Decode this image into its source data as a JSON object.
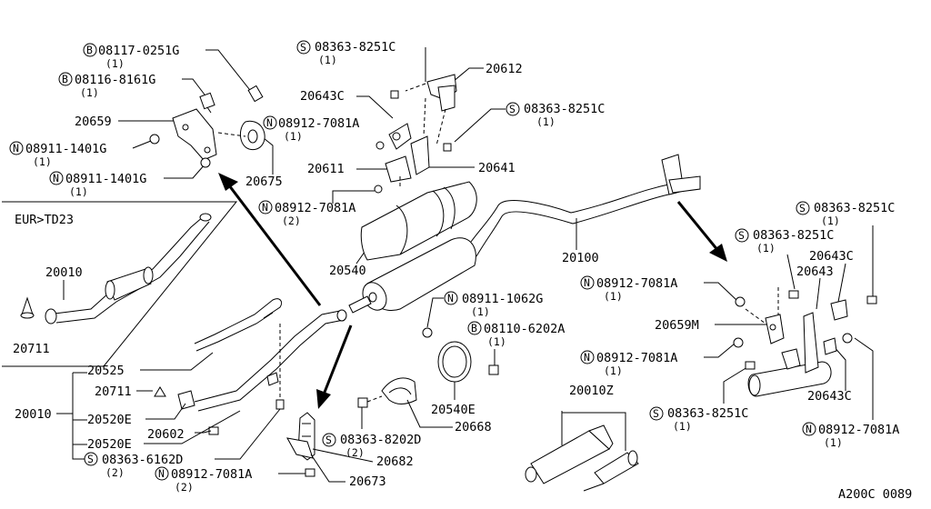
{
  "variant_box": {
    "title": "EUR>TD23",
    "part_20010": "20010",
    "part_20711": "20711"
  },
  "callouts": {
    "b_08117_0251g": {
      "prefix": "B",
      "number": "08117-0251G",
      "qty": "(1)"
    },
    "b_08116_8161g": {
      "prefix": "B",
      "number": "08116-8161G",
      "qty": "(1)"
    },
    "p_20659": "20659",
    "n_08911_1401g_a": {
      "prefix": "N",
      "number": "08911-1401G",
      "qty": "(1)"
    },
    "n_08911_1401g_b": {
      "prefix": "N",
      "number": "08911-1401G",
      "qty": "(1)"
    },
    "n_08912_7081a_a": {
      "prefix": "N",
      "number": "08912-7081A",
      "qty": "(1)"
    },
    "p_20675": "20675",
    "s_08363_8251c_a": {
      "prefix": "S",
      "number": "08363-8251C",
      "qty": "(1)"
    },
    "p_20643c_a": "20643C",
    "p_20612": "20612",
    "s_08363_8251c_b": {
      "prefix": "S",
      "number": "08363-8251C",
      "qty": "(1)"
    },
    "p_20611": "20611",
    "p_20641": "20641",
    "n_08912_7081a_b": {
      "prefix": "N",
      "number": "08912-7081A",
      "qty": "(2)"
    },
    "p_20540": "20540",
    "p_20100": "20100",
    "s_08363_8251c_c": {
      "prefix": "S",
      "number": "08363-8251C",
      "qty": "(1)"
    },
    "s_08363_8251c_d": {
      "prefix": "S",
      "number": "08363-8251C",
      "qty": "(1)"
    },
    "p_20643c_b": "20643C",
    "p_20643": "20643",
    "n_08912_7081a_c": {
      "prefix": "N",
      "number": "08912-7081A",
      "qty": "(1)"
    },
    "p_20659m": "20659M",
    "n_08912_7081a_d": {
      "prefix": "N",
      "number": "08912-7081A",
      "qty": "(1)"
    },
    "p_20643c_c": "20643C",
    "s_08363_8251c_e": {
      "prefix": "S",
      "number": "08363-8251C",
      "qty": "(1)"
    },
    "n_08912_7081a_e": {
      "prefix": "N",
      "number": "08912-7081A",
      "qty": "(1)"
    },
    "n_08911_1062g": {
      "prefix": "N",
      "number": "08911-1062G",
      "qty": "(1)"
    },
    "b_08110_6202a": {
      "prefix": "B",
      "number": "08110-6202A",
      "qty": "(1)"
    },
    "p_20540e": "20540E",
    "p_20668": "20668",
    "s_08363_8202d": {
      "prefix": "S",
      "number": "08363-8202D",
      "qty": "(2)"
    },
    "p_20682": "20682",
    "p_20673": "20673",
    "p_20010z": "20010Z",
    "p_20525": "20525",
    "p_20711": "20711",
    "p_20010": "20010",
    "p_20520e_a": "20520E",
    "p_20602": "20602",
    "p_20520e_b": "20520E",
    "s_08363_6162d": {
      "prefix": "S",
      "number": "08363-6162D",
      "qty": "(2)"
    },
    "n_08912_7081a_f": {
      "prefix": "N",
      "number": "08912-7081A",
      "qty": "(2)"
    }
  },
  "footer_code": "A200C 0089"
}
